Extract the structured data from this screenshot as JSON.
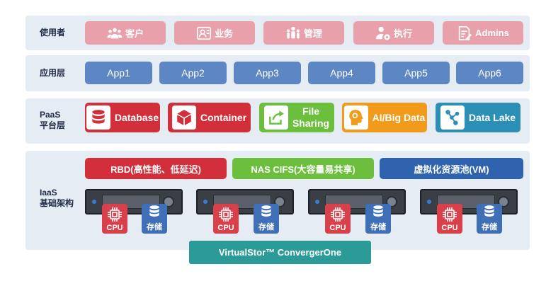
{
  "users": {
    "label": "使用者",
    "items": [
      {
        "label": "客户",
        "icon": "group-icon"
      },
      {
        "label": "业务",
        "icon": "business-person-icon"
      },
      {
        "label": "管理",
        "icon": "team-icon"
      },
      {
        "label": "执行",
        "icon": "user-gear-icon"
      },
      {
        "label": "Admins",
        "icon": "document-edit-icon"
      }
    ]
  },
  "apps": {
    "label": "应用层",
    "items": [
      "App1",
      "App2",
      "App3",
      "App4",
      "App5",
      "App6"
    ]
  },
  "paas": {
    "label_line1": "PaaS",
    "label_line2": "平台层",
    "items": [
      {
        "label": "Database",
        "icon": "database-icon",
        "color": "#d32f3a"
      },
      {
        "label": "Container",
        "icon": "cube-icon",
        "color": "#d32f3a"
      },
      {
        "label_line1": "File",
        "label_line2": "Sharing",
        "icon": "share-icon",
        "color": "#6cbf3c"
      },
      {
        "label": "AI/Big Data",
        "icon": "ai-head-icon",
        "color": "#f29a1a"
      },
      {
        "label": "Data Lake",
        "icon": "network-icon",
        "color": "#2c8fb8"
      }
    ]
  },
  "iaas": {
    "label_line1": "IaaS",
    "label_line2": "基础架构",
    "storage": [
      {
        "label": "RBD(高性能、低延迟)",
        "color": "#d32f3a"
      },
      {
        "label": "NAS CIFS(大容量易共享)",
        "color": "#6cbf3c"
      },
      {
        "label": "虚拟化资源池(VM)",
        "color": "#2f63b0"
      }
    ],
    "nodes": [
      {
        "cpu_label": "CPU",
        "storage_label": "存储"
      },
      {
        "cpu_label": "CPU",
        "storage_label": "存储"
      },
      {
        "cpu_label": "CPU",
        "storage_label": "存储"
      },
      {
        "cpu_label": "CPU",
        "storage_label": "存储"
      }
    ]
  },
  "footer": {
    "label": "VirtualStor™ ConvergerOne"
  }
}
